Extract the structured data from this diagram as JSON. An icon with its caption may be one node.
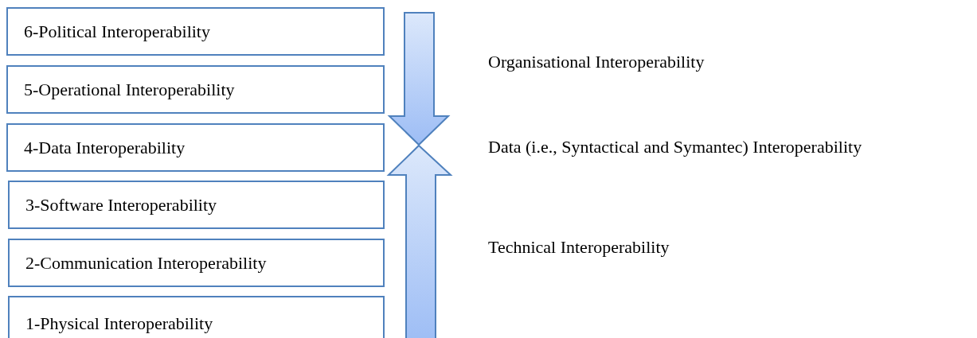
{
  "diagram": {
    "nodes": [
      {
        "text": [
          "6-Political Interoperability"
        ]
      },
      {
        "text": [
          "5-Operational Interoperability"
        ]
      },
      {
        "text": [
          "4-Data Interoperability"
        ]
      },
      {
        "text": [
          "3-Software Interoperability"
        ]
      },
      {
        "text": [
          "2-Communication Interoperability"
        ]
      },
      {
        "text": [
          "1-Physical Interoperability"
        ]
      }
    ],
    "labels": [
      "Organisational Interoperability",
      "Data (i.e., Syntactical and Symantec) Interoperability",
      "Technical Interoperability"
    ]
  }
}
